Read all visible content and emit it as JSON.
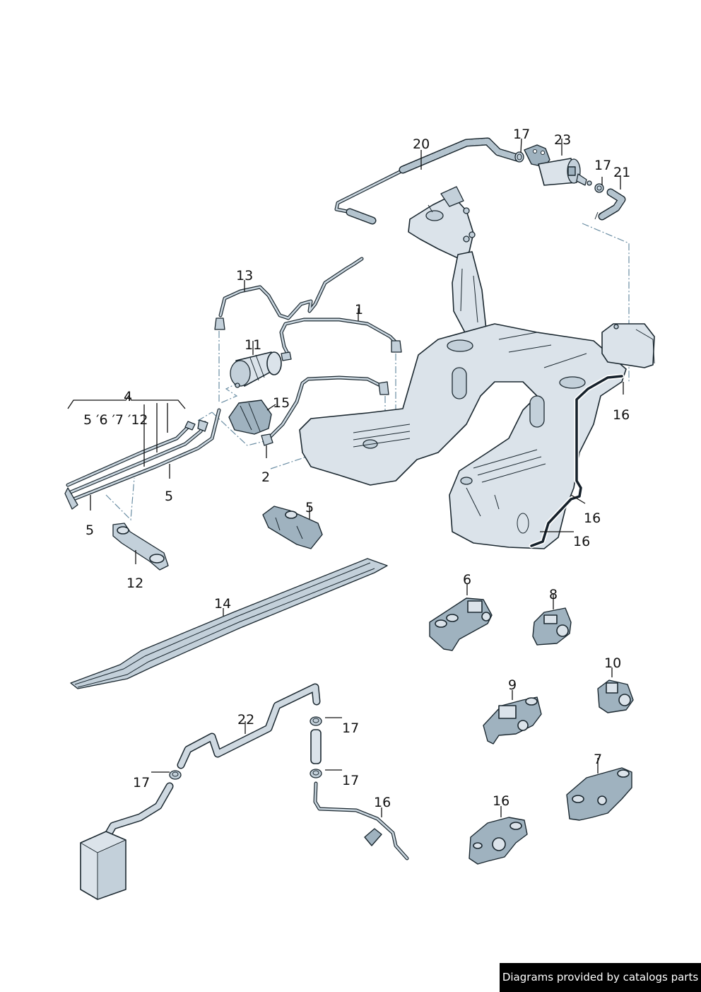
{
  "diagram": {
    "title": "Fuel tank, fuel lines, filter and brackets — exploded parts view",
    "colors": {
      "part_fill": "#dbe3ea",
      "part_shade": "#9fb2bf",
      "outline": "#1b2830",
      "dash_line": "#6b8ea4",
      "label_text": "#111111"
    },
    "callouts": [
      {
        "id": "c1",
        "label": "1",
        "part": "fuel line (filter to tank)"
      },
      {
        "id": "c2",
        "label": "2",
        "part": "fuel line (tank to filter)"
      },
      {
        "id": "c4",
        "label": "4",
        "part": "line set"
      },
      {
        "id": "c4sub",
        "label": "5 ′6 ′7 ′12",
        "part": "line set includes"
      },
      {
        "id": "c5a",
        "label": "5",
        "part": "line clip"
      },
      {
        "id": "c5b",
        "label": "5",
        "part": "line clip"
      },
      {
        "id": "c5c",
        "label": "5",
        "part": "line clip"
      },
      {
        "id": "c6",
        "label": "6",
        "part": "line clip"
      },
      {
        "id": "c7",
        "label": "7",
        "part": "line clip"
      },
      {
        "id": "c8",
        "label": "8",
        "part": "line clip"
      },
      {
        "id": "c9",
        "label": "9",
        "part": "line clip"
      },
      {
        "id": "c10",
        "label": "10",
        "part": "line clip"
      },
      {
        "id": "c11",
        "label": "11",
        "part": "fuel filter"
      },
      {
        "id": "c12",
        "label": "12",
        "part": "holder"
      },
      {
        "id": "c13",
        "label": "13",
        "part": "breather line"
      },
      {
        "id": "c14",
        "label": "14",
        "part": "protective cover / line channel"
      },
      {
        "id": "c15",
        "label": "15",
        "part": "filter holder"
      },
      {
        "id": "c16a",
        "label": "16",
        "part": "line"
      },
      {
        "id": "c16b",
        "label": "16",
        "part": "line"
      },
      {
        "id": "c16c",
        "label": "16",
        "part": "line"
      },
      {
        "id": "c16d",
        "label": "16",
        "part": "line with holder"
      },
      {
        "id": "c16e",
        "label": "16",
        "part": "holder"
      },
      {
        "id": "c17a",
        "label": "17",
        "part": "hose clamp"
      },
      {
        "id": "c17b",
        "label": "17",
        "part": "hose clamp"
      },
      {
        "id": "c17c",
        "label": "17",
        "part": "hose clamp"
      },
      {
        "id": "c17d",
        "label": "17",
        "part": "hose clamp"
      },
      {
        "id": "c17e",
        "label": "17",
        "part": "hose clamp"
      },
      {
        "id": "c20",
        "label": "20",
        "part": "hose"
      },
      {
        "id": "c21",
        "label": "21",
        "part": "hose"
      },
      {
        "id": "c22",
        "label": "22",
        "part": "hose"
      },
      {
        "id": "c23",
        "label": "23",
        "part": "valve"
      }
    ]
  },
  "watermark": {
    "text": "Diagrams provided by catalogs parts"
  }
}
